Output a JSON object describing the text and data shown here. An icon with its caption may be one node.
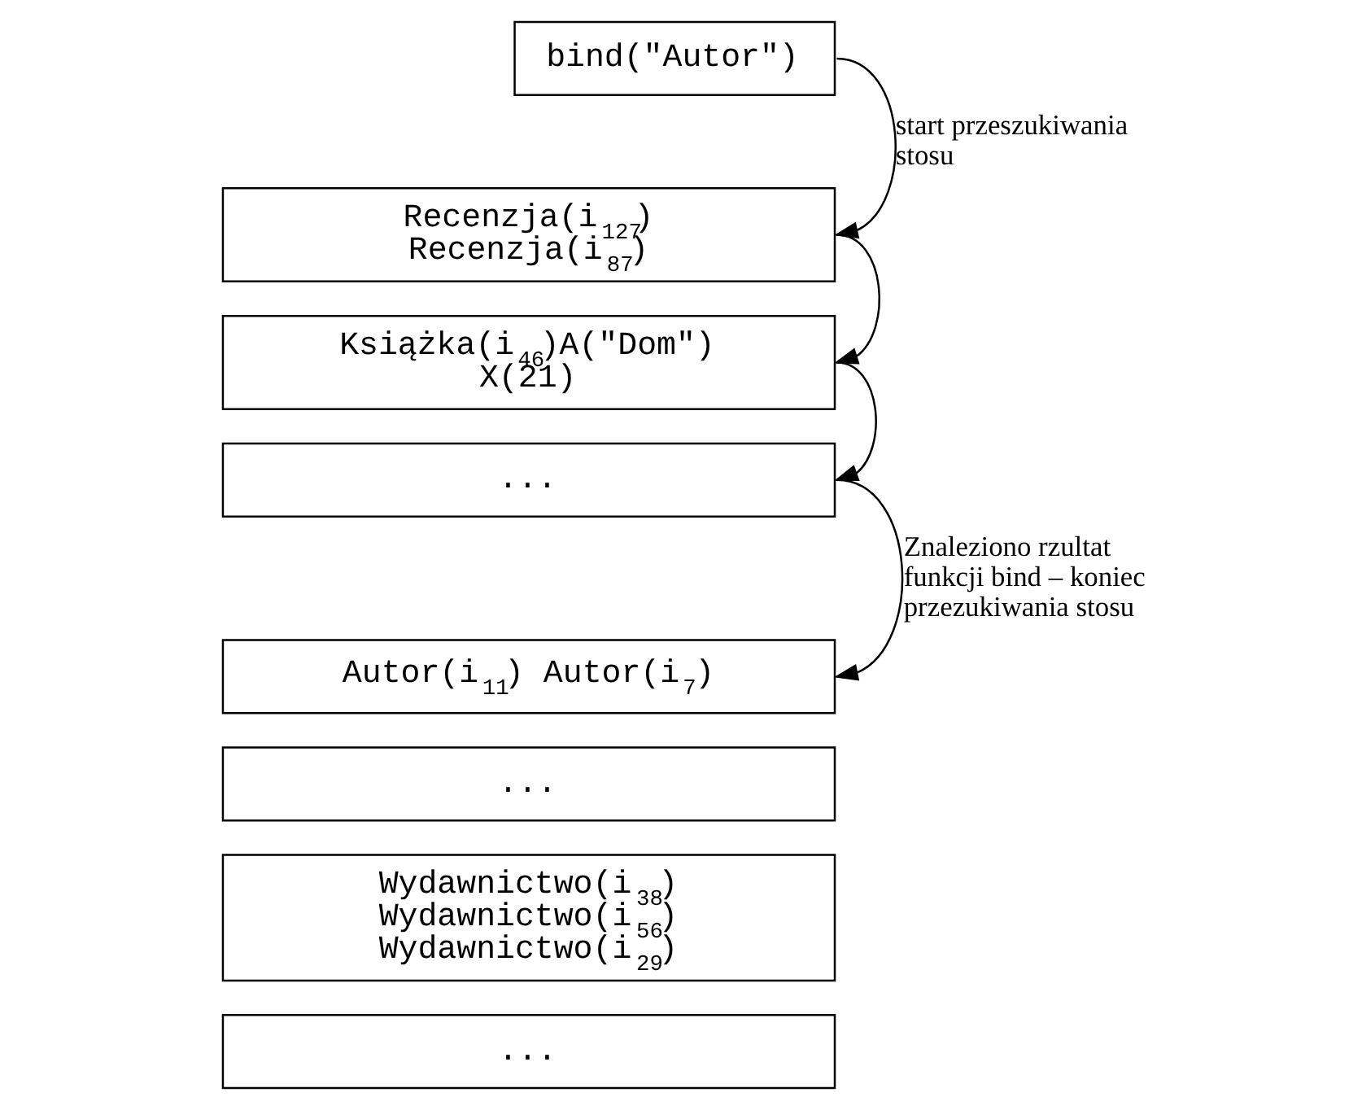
{
  "diagram": {
    "nodes": [
      {
        "text": [
          "bind(\"Autor\")"
        ]
      },
      {
        "text": [
          "Recenzja(i$_{127}$)",
          "Recenzja(i$_{87}$)"
        ]
      },
      {
        "text": [
          "Książka(i$_{46}$)A(\"Dom\")",
          "X(21)"
        ]
      },
      {
        "text": [
          "..."
        ]
      },
      {
        "text": [
          "Autor(i$_{11}$) Autor(i$_{7}$)"
        ]
      },
      {
        "text": [
          "..."
        ]
      },
      {
        "text": [
          "Wydawnictwo(i$_{38}$)",
          "Wydawnictwo(i$_{56}$)",
          "Wydawnictwo(i$_{29}$)"
        ]
      },
      {
        "text": [
          "..."
        ]
      }
    ],
    "edges": [
      {
        "from": 0,
        "to": 1,
        "arrow": "to",
        "label": "start przeszukiwania stosu"
      },
      {
        "from": 1,
        "to": 2,
        "arrow": "to"
      },
      {
        "from": 2,
        "to": 3,
        "arrow": "to"
      },
      {
        "from": 3,
        "to": 4,
        "arrow": "to",
        "label": "Znaleziono rzultat funkcji bind – koniec przezukiwania stosu"
      }
    ]
  }
}
